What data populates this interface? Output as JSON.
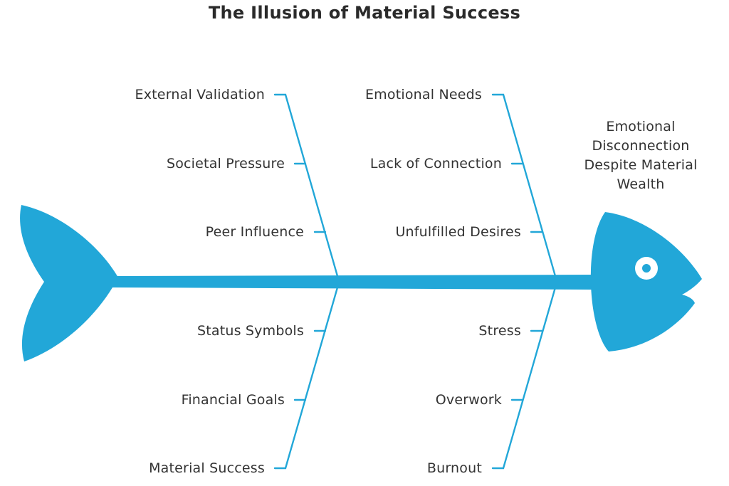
{
  "title": "The Illusion of Material Success",
  "effect": "Emotional Disconnection Despite Material Wealth",
  "causes": {
    "upper_left": [
      "External Validation",
      "Societal Pressure",
      "Peer Influence"
    ],
    "upper_right": [
      "Emotional Needs",
      "Lack of Connection",
      "Unfulfilled Desires"
    ],
    "lower_left": [
      "Status Symbols",
      "Financial Goals",
      "Material Success"
    ],
    "lower_right": [
      "Stress",
      "Overwork",
      "Burnout"
    ]
  },
  "colors": {
    "fish": "#22a7d8",
    "text": "#333333",
    "background": "#ffffff"
  }
}
